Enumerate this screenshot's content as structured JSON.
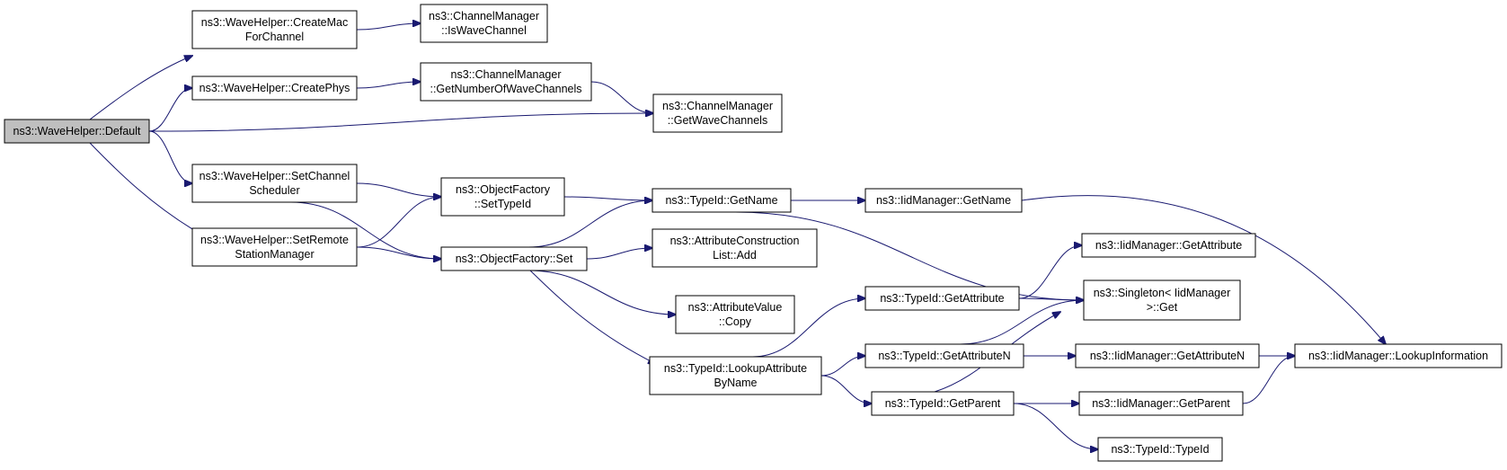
{
  "diagram": {
    "nodes": [
      {
        "id": "default",
        "lines": [
          "ns3::WaveHelper::Default"
        ],
        "highlight": true
      },
      {
        "id": "createMac",
        "lines": [
          "ns3::WaveHelper::CreateMac",
          "ForChannel"
        ]
      },
      {
        "id": "createPhys",
        "lines": [
          "ns3::WaveHelper::CreatePhys"
        ]
      },
      {
        "id": "setChannelScheduler",
        "lines": [
          "ns3::WaveHelper::SetChannel",
          "Scheduler"
        ]
      },
      {
        "id": "setRemoteStation",
        "lines": [
          "ns3::WaveHelper::SetRemote",
          "StationManager"
        ]
      },
      {
        "id": "isWaveChannel",
        "lines": [
          "ns3::ChannelManager",
          "::IsWaveChannel"
        ]
      },
      {
        "id": "getNumberOfWaveChannels",
        "lines": [
          "ns3::ChannelManager",
          "::GetNumberOfWaveChannels"
        ]
      },
      {
        "id": "getWaveChannels",
        "lines": [
          "ns3::ChannelManager",
          "::GetWaveChannels"
        ]
      },
      {
        "id": "setTypeId",
        "lines": [
          "ns3::ObjectFactory",
          "::SetTypeId"
        ]
      },
      {
        "id": "ofSet",
        "lines": [
          "ns3::ObjectFactory::Set"
        ]
      },
      {
        "id": "typeIdGetName",
        "lines": [
          "ns3::TypeId::GetName"
        ]
      },
      {
        "id": "iidGetName",
        "lines": [
          "ns3::IidManager::GetName"
        ]
      },
      {
        "id": "attrConstructionAdd",
        "lines": [
          "ns3::AttributeConstruction",
          "List::Add"
        ]
      },
      {
        "id": "attrValueCopy",
        "lines": [
          "ns3::AttributeValue",
          "::Copy"
        ]
      },
      {
        "id": "lookupAttrByName",
        "lines": [
          "ns3::TypeId::LookupAttribute",
          "ByName"
        ]
      },
      {
        "id": "typeIdGetAttribute",
        "lines": [
          "ns3::TypeId::GetAttribute"
        ]
      },
      {
        "id": "typeIdGetAttributeN",
        "lines": [
          "ns3::TypeId::GetAttributeN"
        ]
      },
      {
        "id": "typeIdGetParent",
        "lines": [
          "ns3::TypeId::GetParent"
        ]
      },
      {
        "id": "iidGetAttribute",
        "lines": [
          "ns3::IidManager::GetAttribute"
        ]
      },
      {
        "id": "singletonGet",
        "lines": [
          "ns3::Singleton< IidManager",
          ">::Get"
        ]
      },
      {
        "id": "iidGetAttributeN",
        "lines": [
          "ns3::IidManager::GetAttributeN"
        ]
      },
      {
        "id": "iidGetParent",
        "lines": [
          "ns3::IidManager::GetParent"
        ]
      },
      {
        "id": "typeIdCtor",
        "lines": [
          "ns3::TypeId::TypeId"
        ]
      },
      {
        "id": "lookupInformation",
        "lines": [
          "ns3::IidManager::LookupInformation"
        ]
      }
    ],
    "edges": [
      [
        "default",
        "createMac"
      ],
      [
        "default",
        "createPhys"
      ],
      [
        "default",
        "getWaveChannels"
      ],
      [
        "default",
        "setChannelScheduler"
      ],
      [
        "default",
        "setRemoteStation"
      ],
      [
        "createMac",
        "isWaveChannel"
      ],
      [
        "createPhys",
        "getNumberOfWaveChannels"
      ],
      [
        "getNumberOfWaveChannels",
        "getWaveChannels"
      ],
      [
        "setChannelScheduler",
        "setTypeId"
      ],
      [
        "setChannelScheduler",
        "ofSet"
      ],
      [
        "setRemoteStation",
        "setTypeId"
      ],
      [
        "setRemoteStation",
        "ofSet"
      ],
      [
        "setTypeId",
        "typeIdGetName"
      ],
      [
        "ofSet",
        "typeIdGetName"
      ],
      [
        "ofSet",
        "attrConstructionAdd"
      ],
      [
        "ofSet",
        "attrValueCopy"
      ],
      [
        "ofSet",
        "lookupAttrByName"
      ],
      [
        "typeIdGetName",
        "iidGetName"
      ],
      [
        "typeIdGetName",
        "singletonGet"
      ],
      [
        "iidGetName",
        "lookupInformation"
      ],
      [
        "lookupAttrByName",
        "typeIdGetAttribute"
      ],
      [
        "lookupAttrByName",
        "typeIdGetAttributeN"
      ],
      [
        "lookupAttrByName",
        "typeIdGetParent"
      ],
      [
        "typeIdGetAttribute",
        "iidGetAttribute"
      ],
      [
        "typeIdGetAttribute",
        "singletonGet"
      ],
      [
        "typeIdGetAttributeN",
        "singletonGet"
      ],
      [
        "typeIdGetAttributeN",
        "iidGetAttributeN"
      ],
      [
        "typeIdGetParent",
        "singletonGet"
      ],
      [
        "typeIdGetParent",
        "iidGetParent"
      ],
      [
        "typeIdGetParent",
        "typeIdCtor"
      ],
      [
        "iidGetAttributeN",
        "lookupInformation"
      ],
      [
        "iidGetParent",
        "lookupInformation"
      ]
    ]
  }
}
